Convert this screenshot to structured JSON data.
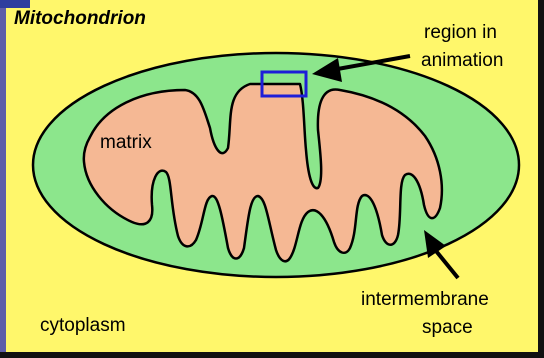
{
  "diagram": {
    "title": "Mitochondrion",
    "labels": {
      "region_line1": "region in",
      "region_line2": "animation",
      "matrix": "matrix",
      "intermembrane_line1": "intermembrane",
      "intermembrane_line2": "space",
      "cytoplasm": "cytoplasm"
    },
    "colors": {
      "background": "#FFF76B",
      "outer_membrane_fill": "#8CE68C",
      "matrix_fill": "#F5B894",
      "region_box": "#1E1ED8",
      "frame_left": "#5E5EA8",
      "frame_top_left": "#2E3E9E"
    }
  }
}
